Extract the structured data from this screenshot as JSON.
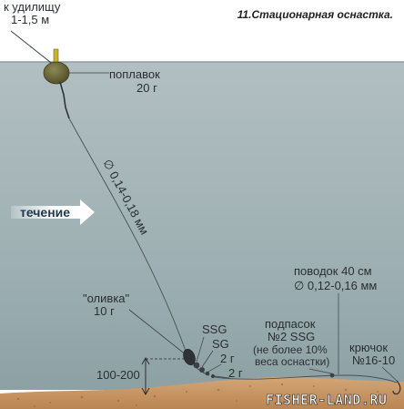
{
  "title": "11.Стационарная оснастка.",
  "rod": {
    "line1": "к удилищу",
    "line2": "1-1,5 м"
  },
  "float": {
    "name": "поплавок",
    "weight": "20 г"
  },
  "current": "течение",
  "main_line": "∅ 0,14-0,18 мм",
  "olive": {
    "name": "\"оливка\"",
    "weight": "10 г"
  },
  "shots": {
    "ssg": "SSG",
    "sg": "SG",
    "w1": "2 г",
    "w2": "2 г"
  },
  "depth": "100-200",
  "leader": {
    "line1": "поводок 40 см",
    "line2": "∅ 0,12-0,16 мм"
  },
  "tell": {
    "line1": "подпасок",
    "line2": "№2 SSG",
    "line3": "(не более 10%",
    "line4": "веса оснастки)"
  },
  "hook": {
    "line1": "крючок",
    "line2": "№16-10"
  },
  "brand": "FISHER-LAND.RU",
  "colors": {
    "water_top": "#a9b8bb",
    "water_bottom": "#8fa3a6",
    "sand": "#c99a68",
    "float": "#6e6a3c",
    "line": "#3a3f44"
  }
}
